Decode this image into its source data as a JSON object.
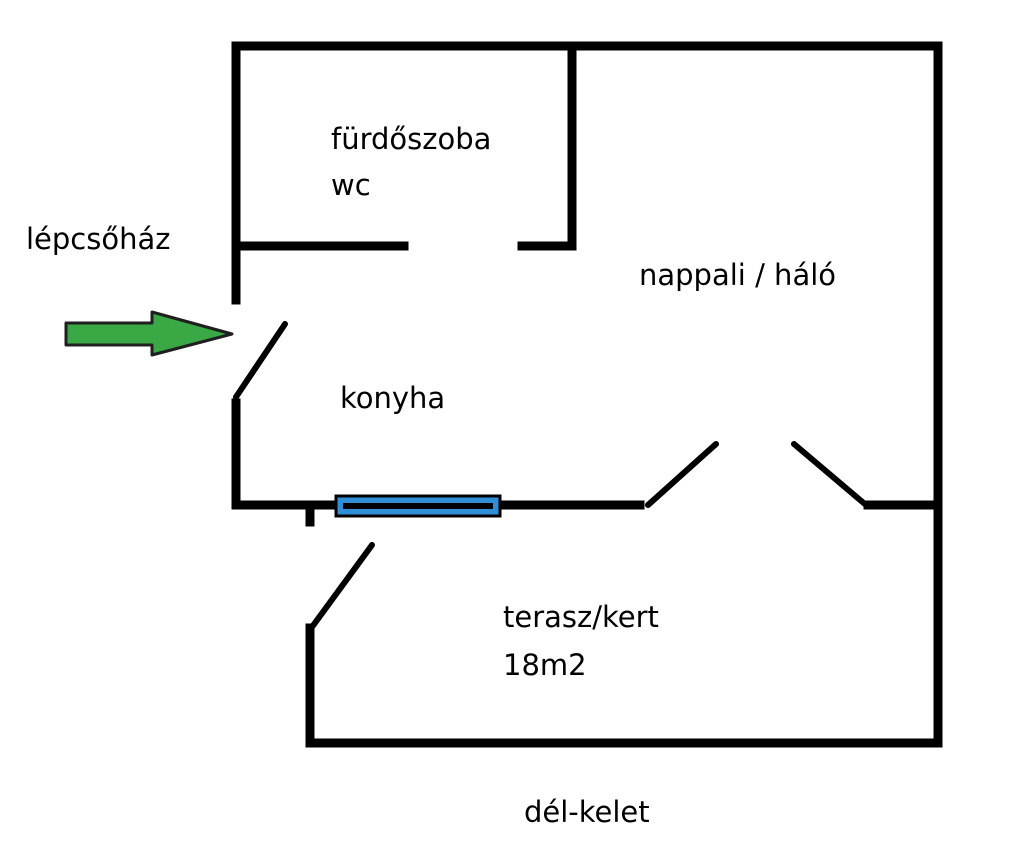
{
  "rooms": {
    "bathroom": {
      "name": "fürdőszoba",
      "sub": "wc"
    },
    "living": {
      "name": "nappali / háló"
    },
    "kitchen": {
      "name": "konyha"
    },
    "terrace": {
      "name": "terasz/kert",
      "area": "18m2"
    }
  },
  "entrance": {
    "label": "lépcsőház",
    "arrow_icon": "entrance-arrow-icon"
  },
  "orientation": "dél-kelet",
  "colors": {
    "wall": "#000000",
    "arrow_fill": "#3aa845",
    "window_fill": "#2e8fd6"
  }
}
